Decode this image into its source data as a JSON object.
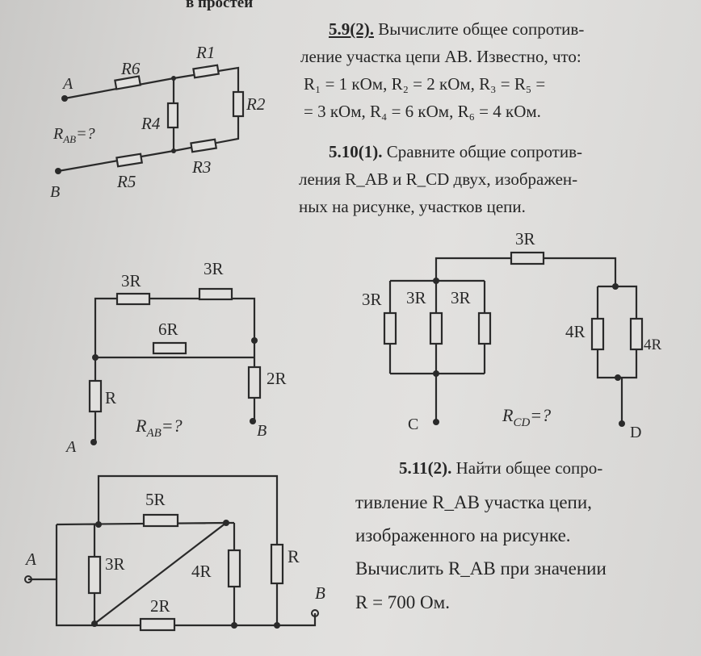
{
  "header_fragment": "в простей",
  "problem_5_9": {
    "number": "5.9(2).",
    "lines": [
      "Вычислите общее сопротив-",
      "ление участка цепи AB. Известно, что:",
      "R₁ = 1 кОм,    R₂ = 2 кОм,    R₃ = R₅ =",
      "= 3 кОм, R₄ = 6 кОм, R₆ = 4 кОм."
    ],
    "diagram": {
      "R6": "R6",
      "R1": "R1",
      "R2": "R2",
      "R4": "R4",
      "R3": "R3",
      "R5": "R5",
      "A": "A",
      "B": "B",
      "rab_main": "R",
      "rab_sub": "AB",
      "rab_tail": "=?"
    }
  },
  "problem_5_10": {
    "number": "5.10(1).",
    "lines": [
      "Сравните общие сопротив-",
      "ления R_AB и R_CD двух, изображен-",
      "ных на рисунке, участков цепи."
    ],
    "diagram_left": {
      "top1": "3R",
      "top2": "3R",
      "mid": "6R",
      "left": "R",
      "right": "2R",
      "A": "A",
      "B": "B",
      "rab_main": "R",
      "rab_sub": "AB",
      "rab_tail": "=?"
    },
    "diagram_right": {
      "top": "3R",
      "p1": "3R",
      "p2": "3R",
      "p3": "3R",
      "q1": "4R",
      "q2": "4R",
      "C": "C",
      "D": "D",
      "rcd_main": "R",
      "rcd_sub": "CD",
      "rcd_tail": "=?"
    }
  },
  "problem_5_11": {
    "number": "5.11(2).",
    "lines": [
      "Найти общее сопро-",
      "тивление  R_AB  участка цепи,",
      "изображенного    на    рисунке.",
      "Вычислить R_AB при значении",
      "R = 700 Ом."
    ],
    "diagram": {
      "r5": "5R",
      "r3": "3R",
      "r4": "4R",
      "r1": "R",
      "r2": "2R",
      "A": "A",
      "B": "B"
    }
  }
}
